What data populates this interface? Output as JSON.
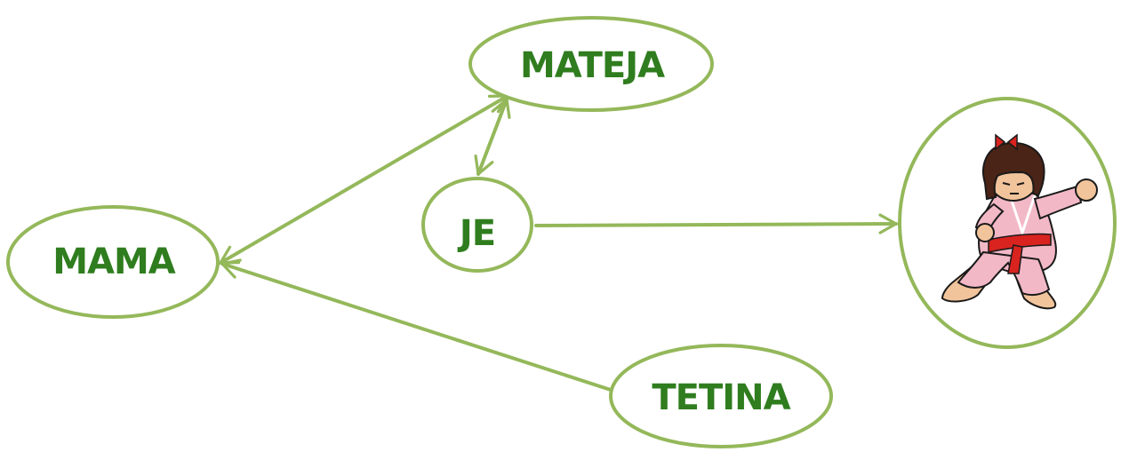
{
  "diagram": {
    "nodes": {
      "mateja": {
        "label": "MATEJA"
      },
      "je": {
        "label": "JE"
      },
      "mama": {
        "label": "MAMA"
      },
      "tetina": {
        "label": "TETINA"
      },
      "picture": {
        "image": "girl-in-karate-kimono"
      }
    },
    "edges": [
      {
        "from": "mama",
        "to": "mateja",
        "arrow": "both"
      },
      {
        "from": "mateja",
        "to": "je",
        "arrow": "both"
      },
      {
        "from": "tetina",
        "to": "mama",
        "arrow": "end"
      },
      {
        "from": "je",
        "to": "picture",
        "arrow": "end"
      }
    ]
  },
  "colors": {
    "stroke": "#94b85a",
    "text": "#2f7d1e",
    "background": "#ffffff",
    "kimono": "#f2b8c6",
    "belt": "#d8231f",
    "hair": "#4a2416",
    "skin": "#f2c49b"
  }
}
